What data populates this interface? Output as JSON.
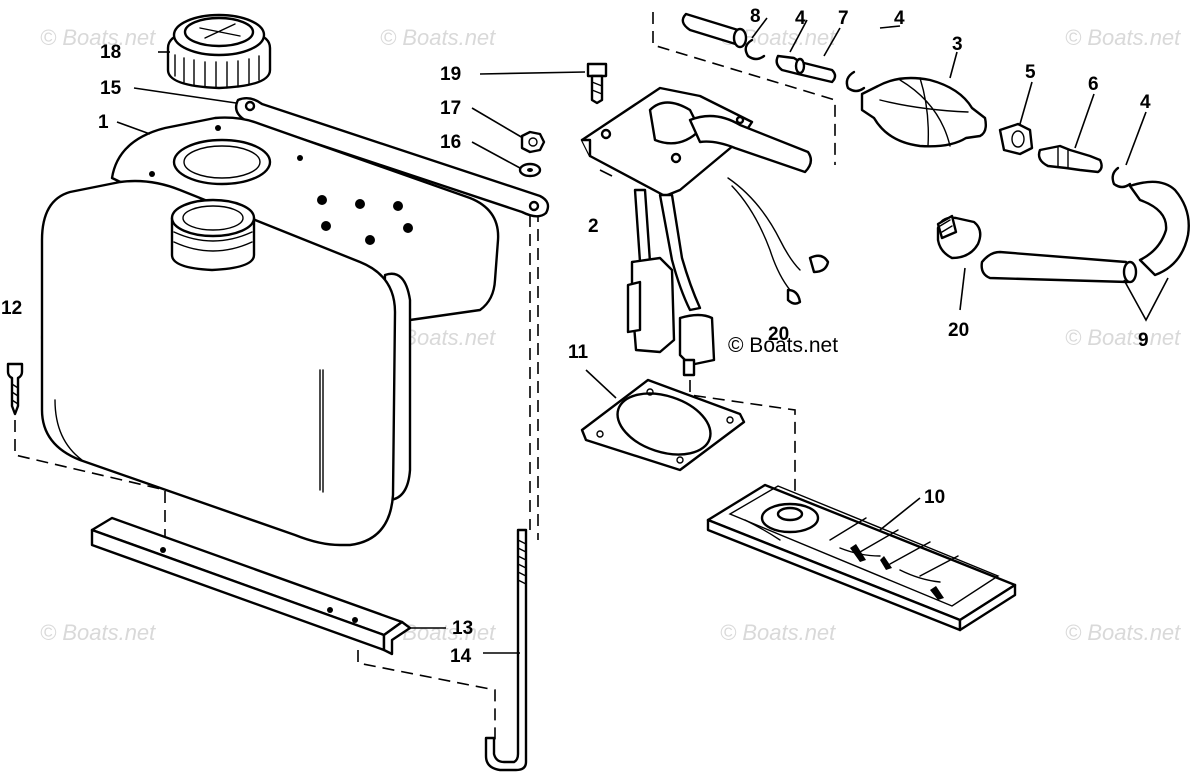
{
  "diagram": {
    "watermark": "© Boats.net",
    "copyright": "© Boats.net",
    "callouts": {
      "c1": "1",
      "c2": "2",
      "c3": "3",
      "c4a": "4",
      "c4b": "4",
      "c4c": "4",
      "c5": "5",
      "c6": "6",
      "c7": "7",
      "c8": "8",
      "c9": "9",
      "c10": "10",
      "c11": "11",
      "c12": "12",
      "c13": "13",
      "c14": "14",
      "c15": "15",
      "c16": "16",
      "c17": "17",
      "c18": "18",
      "c19": "19",
      "c20a": "20",
      "c20b": "20"
    }
  }
}
